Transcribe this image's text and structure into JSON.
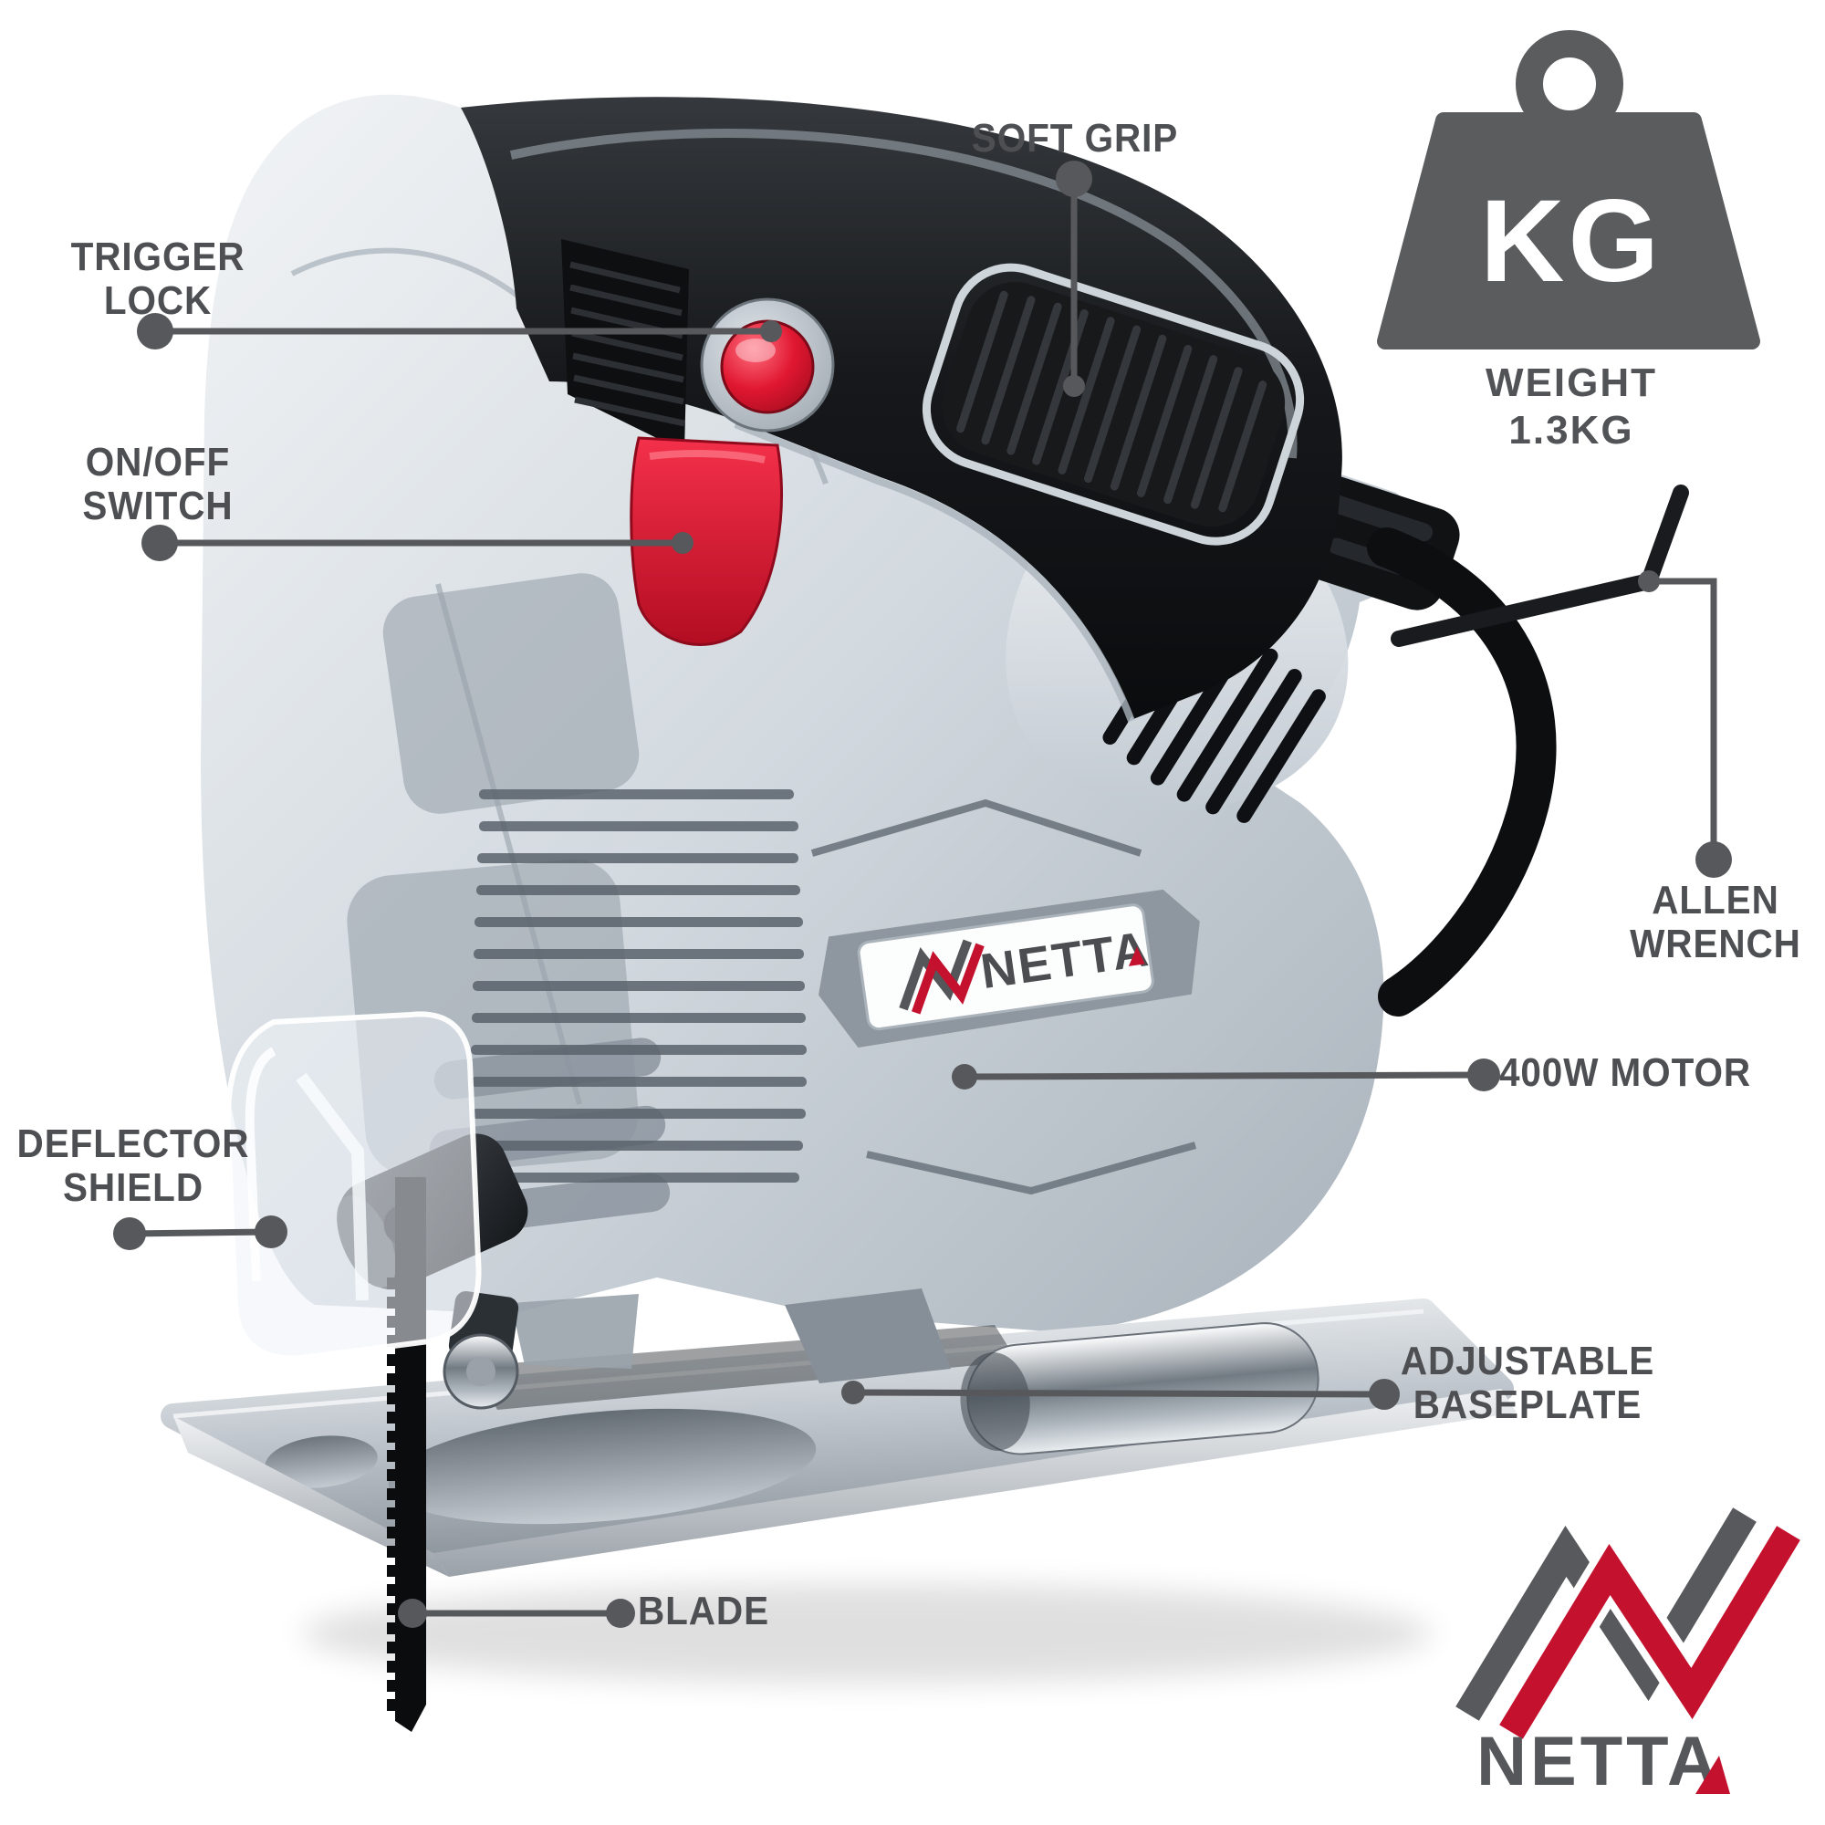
{
  "callouts": {
    "trigger_lock": {
      "lines": [
        "TRIGGER",
        "LOCK"
      ]
    },
    "soft_grip": {
      "lines": [
        "SOFT GRIP"
      ]
    },
    "on_off_switch": {
      "lines": [
        "ON/OFF",
        "SWITCH"
      ]
    },
    "allen_wrench": {
      "lines": [
        "ALLEN",
        "WRENCH"
      ]
    },
    "motor": {
      "lines": [
        "400W MOTOR"
      ]
    },
    "deflector_shield": {
      "lines": [
        "DEFLECTOR",
        "SHIELD"
      ]
    },
    "adjustable_baseplate": {
      "lines": [
        "ADJUSTABLE",
        "BASEPLATE"
      ]
    },
    "blade": {
      "lines": [
        "BLADE"
      ]
    }
  },
  "weight": {
    "kg_label": "KG",
    "line1": "WEIGHT",
    "line2": "1.3KG"
  },
  "brand": {
    "wordmark": "NETTA",
    "badge_wordmark": "NETTA"
  },
  "icons": {
    "weight_icon": "kilogram-weight-icon",
    "logo_icon": "netta-n-mark"
  },
  "colors": {
    "accent_red": "#d21531",
    "trigger_red": "#e01730",
    "label_gray": "#4e4f52",
    "line_gray": "#57585b",
    "icon_gray": "#5b5c5e",
    "body_light": "#eef1f3",
    "body_dark": "#a8b1ba",
    "handle_black": "#0c0e10"
  }
}
